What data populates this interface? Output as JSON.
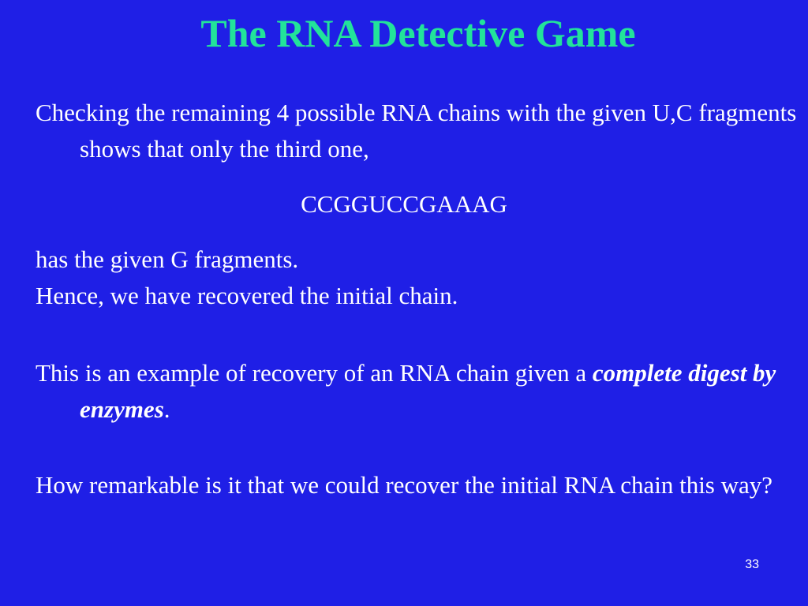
{
  "slide": {
    "title": "The RNA Detective Game",
    "para1": "Checking the remaining 4 possible RNA chains with the given U,C fragments shows that only the third one,",
    "sequence": "CCGGUCCGAAAG",
    "line_g_fragments": "has the given G fragments.",
    "line_hence": "Hence, we have recovered the initial chain.",
    "para3_before": "This is an example of recovery of an RNA chain given a ",
    "para3_emphasis": "complete digest by enzymes",
    "para3_after": ".",
    "para4": "How remarkable is it that we could recover the initial RNA chain this way?",
    "page_number": "33"
  },
  "colors": {
    "background": "#1f1fe6",
    "title": "#22e39a",
    "text": "#ffffff"
  }
}
